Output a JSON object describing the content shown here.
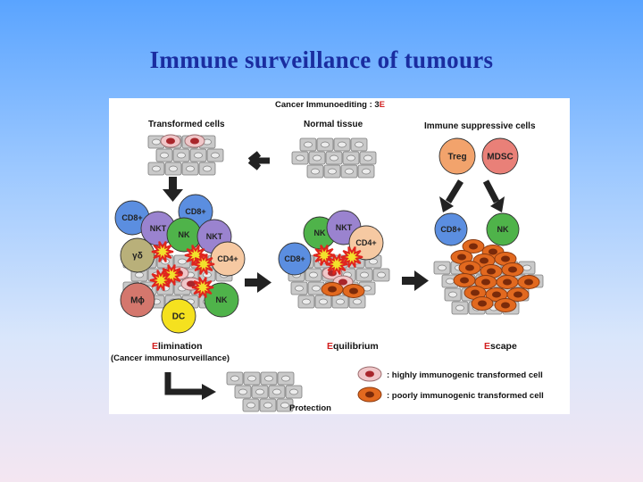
{
  "slide": {
    "title": "Immune surveillance of tumours"
  },
  "diagram": {
    "header_prefix": "Cancer Immunoediting : 3",
    "header_suffix": "E",
    "transformed_cells": "Transformed cells",
    "normal_tissue": "Normal tissue",
    "immune_suppressive_cells": "Immune suppressive cells",
    "cells": {
      "treg": "Treg",
      "mdsc": "MDSC",
      "cd8": "CD8+",
      "nk": "NK",
      "nkt": "NKT",
      "cd4": "CD4+",
      "gd": "γδ",
      "mphi": "Mϕ",
      "dc": "DC"
    },
    "phases": {
      "elimination_initial": "E",
      "elimination_rest": "limination",
      "elimination_sub": "(Cancer immunosurveillance)",
      "equilibrium_initial": "E",
      "equilibrium_rest": "quilibrium",
      "escape_initial": "E",
      "escape_rest": "scape"
    },
    "protection": "Protection",
    "legend": {
      "high": ": highly immunogenic transformed cell",
      "poor": ": poorly immunogenic transformed cell"
    }
  },
  "colors": {
    "title": "#1a2da0",
    "cd8": "#5b8ee0",
    "nk": "#4fb34a",
    "nkt": "#9a83cf",
    "cd4": "#f6c9a2",
    "gd": "#b9b07a",
    "mphi": "#d4776d",
    "dc": "#f5e11f",
    "treg": "#f2a36c",
    "mdsc": "#e98078",
    "tumour_high": "#f0c6c8",
    "tumour_poor": "#e2691f",
    "accent_red": "#d21f1f"
  }
}
